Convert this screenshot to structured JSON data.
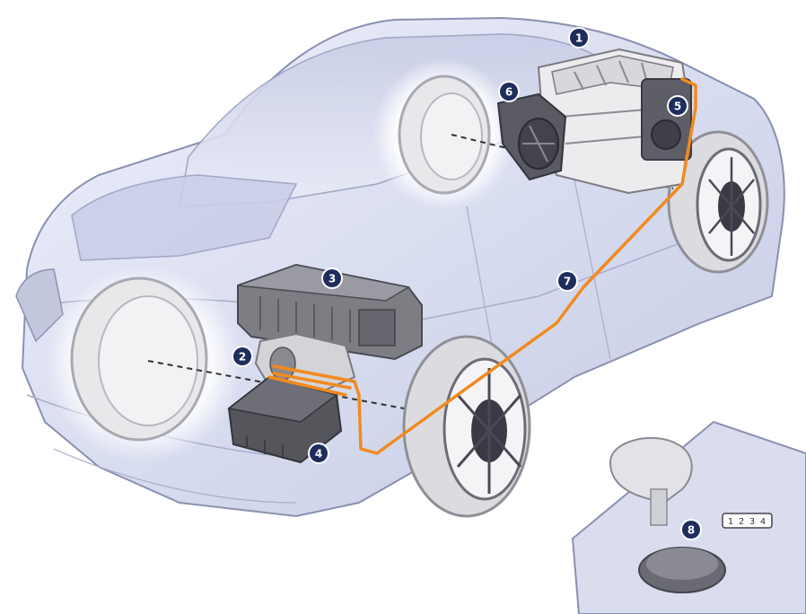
{
  "diagram": {
    "callouts": [
      {
        "label": "1",
        "component": "engine"
      },
      {
        "label": "2",
        "component": "rear-electric-motor"
      },
      {
        "label": "3",
        "component": "traction-battery"
      },
      {
        "label": "4",
        "component": "power-electronics"
      },
      {
        "label": "5",
        "component": "starter-generator"
      },
      {
        "label": "6",
        "component": "gearbox"
      },
      {
        "label": "7",
        "component": "high-voltage-cable"
      },
      {
        "label": "8",
        "component": "selector-control"
      }
    ],
    "colors": {
      "badge": "#1f2d5c",
      "cable": "#f28a1e",
      "body_outline": "#8a90b0",
      "body_fill": "#dde2f2",
      "component": "#6e6e6e"
    },
    "selector_inset": {
      "indicator_text": "1 2 3 4"
    }
  }
}
